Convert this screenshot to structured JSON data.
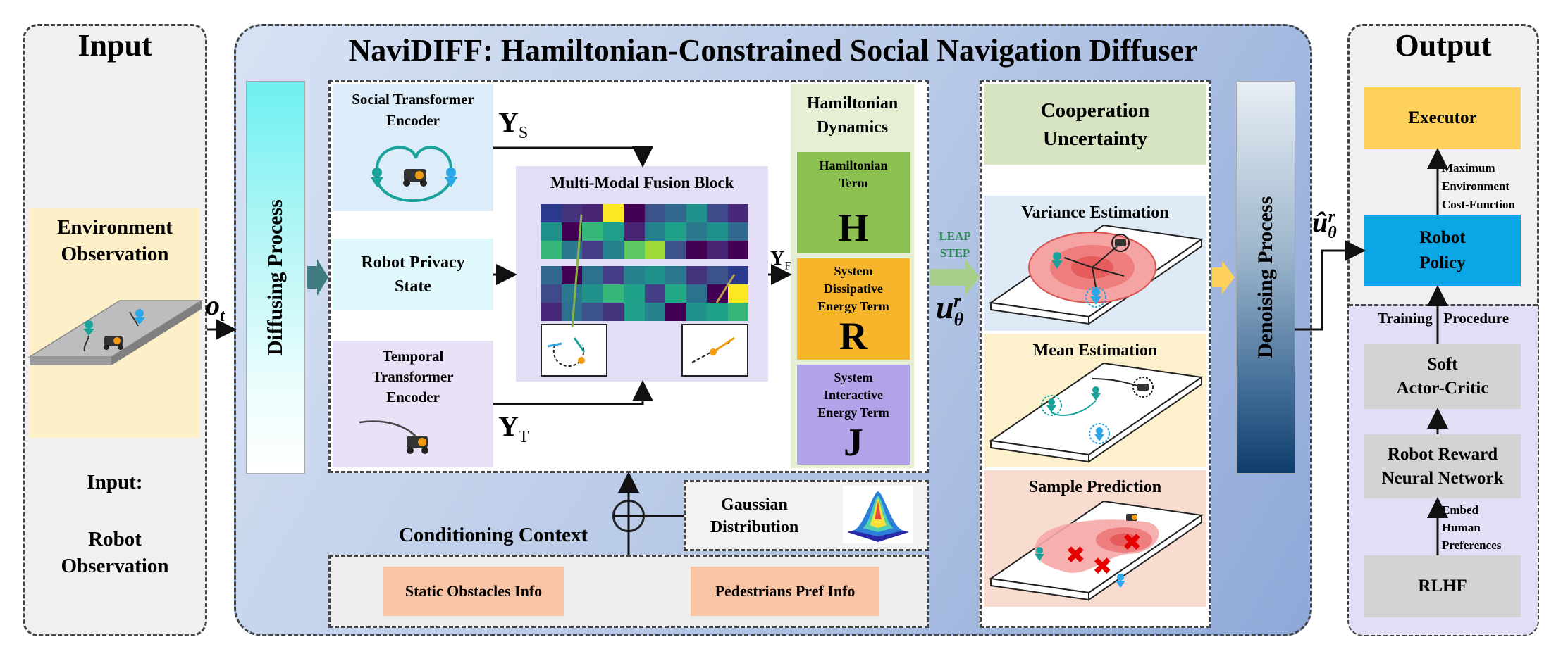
{
  "input": {
    "title": "Input",
    "env_title_line1": "Environment",
    "env_title_line2": "Observation",
    "obs_label": "Input:",
    "obs_line1": "Robot",
    "obs_line2": "Observation"
  },
  "main": {
    "title": "NaviDIFF: Hamiltonian-Constrained Social Navigation Diffuser",
    "diffusing": "Diffusing Process",
    "social_line1": "Social Transformer",
    "social_line2": "Encoder",
    "privacy_line1": "Robot Privacy",
    "privacy_line2": "State",
    "temporal_line1": "Temporal",
    "temporal_line2": "Transformer",
    "temporal_line3": "Encoder",
    "ys": "Y",
    "ys_sub": "S",
    "yt": "Y",
    "yt_sub": "T",
    "yf": "Y",
    "yf_sub": "F",
    "fusion_title": "Multi-Modal Fusion Block",
    "hamiltonian_line1": "Hamiltonian",
    "hamiltonian_line2": "Dynamics",
    "h_term_line1": "Hamiltonian",
    "h_term_line2": "Term",
    "h_letter": "H",
    "r_term_line1": "System",
    "r_term_line2": "Dissipative",
    "r_term_line3": "Energy Term",
    "r_letter": "R",
    "j_term_line1": "System",
    "j_term_line2": "Interactive",
    "j_term_line3": "Energy Term",
    "j_letter": "J",
    "conditioning": "Conditioning Context",
    "gaussian_line1": "Gaussian",
    "gaussian_line2": "Distribution",
    "static_obstacles": "Static Obstacles Info",
    "pedestrians_pref": "Pedestrians Pref Info",
    "leap_line1": "LEAP",
    "leap_line2": "STEP",
    "coop_line1": "Cooperation",
    "coop_line2": "Uncertainty",
    "variance": "Variance Estimation",
    "mean": "Mean Estimation",
    "sample": "Sample Prediction",
    "denoising": "Denoising Process"
  },
  "output": {
    "title": "Output",
    "executor": "Executor",
    "max_line1": "Maximum",
    "max_line2": "Environment",
    "max_line3": "Cost-Function",
    "policy_line1": "Robot",
    "policy_line2": "Policy",
    "training": "Training   Procedure",
    "sac_line1": "Soft",
    "sac_line2": "Actor-Critic",
    "reward_line1": "Robot Reward",
    "reward_line2": "Neural Network",
    "embed_line1": "Embed",
    "embed_line2": "Human",
    "embed_line3": "Preferences",
    "rlhf": "RLHF"
  },
  "colors": {
    "input_bg": "#f0f0f0",
    "env_bg": "#fdefc8",
    "main_bg": "#b7c8e6",
    "social_bg": "#dcecf8",
    "privacy_bg": "#dff8fb",
    "temporal_bg": "#e9e1f5",
    "fusion_bg": "#e3def5",
    "ham_panel_bg": "#e4efd4",
    "h_green": "#8cc152",
    "r_orange": "#f7b52b",
    "j_purple": "#b3a3e8",
    "coop_bg": "#d6e4c1",
    "variance_bg": "#deeaf5",
    "mean_bg": "#fdf0cc",
    "sample_bg": "#f8dccf",
    "info_bg": "#f7c4a5",
    "executor_bg": "#fdd15c",
    "policy_bg": "#0aa6e6",
    "gray_box": "#d3d3d3",
    "training_bg": "#e3def5"
  }
}
